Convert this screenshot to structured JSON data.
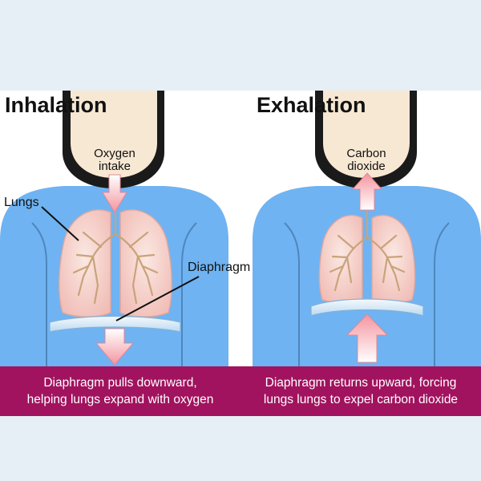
{
  "panels": {
    "inhalation": {
      "heading": "Inhalation",
      "air_label": "Oxygen\nintake",
      "lungs_label": "Lungs",
      "diaphragm_label": "Diaphragm",
      "caption": "Diaphragm pulls downward,\nhelping lungs expand with oxygen"
    },
    "exhalation": {
      "heading": "Exhalation",
      "air_label": "Carbon\ndioxide",
      "caption": "Diaphragm returns upward, forcing\nlungs lungs to expel carbon dioxide"
    }
  },
  "colors": {
    "background": "#e6eef6",
    "body": "#6fb3f2",
    "body_outline": "#5a8fc4",
    "face": "#f7e8d4",
    "hair": "#1a1a1a",
    "lung_fill": "#f7d6d0",
    "bronchi": "#c9a37a",
    "diaphragm": "#e8eef3",
    "arrow": "#f4949f",
    "caption_bar": "#a1135e",
    "caption_text": "#ffffff"
  }
}
